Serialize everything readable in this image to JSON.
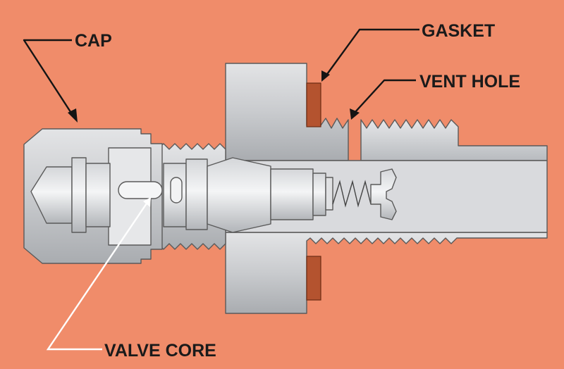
{
  "colors": {
    "background": "#F08C6A",
    "metal": "#C9CBCE",
    "metal_shade": "#A4A7AB",
    "metal_light": "#EDEEF0",
    "gasket": "#B4532F",
    "outline": "#5A5A5A",
    "leader_dark": "#141414",
    "leader_light": "#FFFFFF"
  },
  "labels": {
    "cap": "CAP",
    "gasket": "GASKET",
    "vent_hole": "VENT HOLE",
    "valve_core": "VALVE CORE"
  }
}
